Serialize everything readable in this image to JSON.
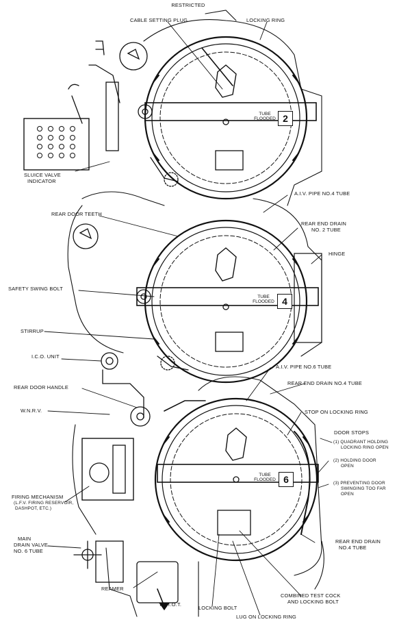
{
  "header": {
    "classification": "RESTRICTED"
  },
  "labels": {
    "cable_setting_plug": "CABLE SETTING PLUG",
    "locking_ring": "LOCKING RING",
    "sluice_valve_1": "SLUICE VALVE",
    "sluice_valve_2": "INDICATOR",
    "aiv_pipe_4": "A.I.V. PIPE No.4 TUBE",
    "rear_door_teeth": "REAR DOOR TEETH",
    "rear_end_drain_2_a": "REAR END DRAIN",
    "rear_end_drain_2_b": "No. 2 TUBE",
    "hinge": "HINGE",
    "safety_swing_bolt": "SAFETY SWING BOLT",
    "stirrup": "STIRRUP",
    "ico_unit": "I.C.O. UNIT",
    "aiv_pipe_6": "A.I.V. PIPE No.6 TUBE",
    "rear_door_handle": "REAR DOOR HANDLE",
    "rear_end_drain_4": "REAR END DRAIN No.4 TUBE",
    "wnrv": "W.N.R.V.",
    "stop_on_locking_ring": "STOP ON LOCKING RING",
    "door_stops": "DOOR STOPS",
    "ds1_a": "(1) QUADRANT HOLDING",
    "ds1_b": "LOCKING RING OPEN",
    "ds2_a": "(2) HOLDING DOOR",
    "ds2_b": "OPEN",
    "ds3_a": "(3) PREVENTING DOOR",
    "ds3_b": "SWINGING TOO FAR",
    "ds3_c": "OPEN",
    "firing_1": "FIRING MECHANISM",
    "firing_2": "(L.F.V. FIRING RESERVOIR,",
    "firing_3": "DASHPOT, ETC.)",
    "main_drain_1": "MAIN",
    "main_drain_2": "DRAIN VALVE",
    "main_drain_3": "No. 6 TUBE",
    "rear_end_drain_4b_a": "REAR END DRAIN",
    "rear_end_drain_4b_b": "No.4 TUBE",
    "reamer": "REAMER",
    "to_tot": "TO T.O.T.",
    "combined_1": "COMBINED TEST COCK",
    "combined_2": "AND LOCKING BOLT",
    "locking_bolt": "LOCKING BOLT",
    "lug_on_locking_ring": "LUG ON LOCKING RING"
  },
  "tubes": [
    {
      "line1": "TUBE",
      "line2": "FLOODED",
      "number": "2"
    },
    {
      "line1": "TUBE",
      "line2": "FLOODED",
      "number": "4"
    },
    {
      "line1": "TUBE",
      "line2": "FLOODED",
      "number": "6"
    }
  ]
}
